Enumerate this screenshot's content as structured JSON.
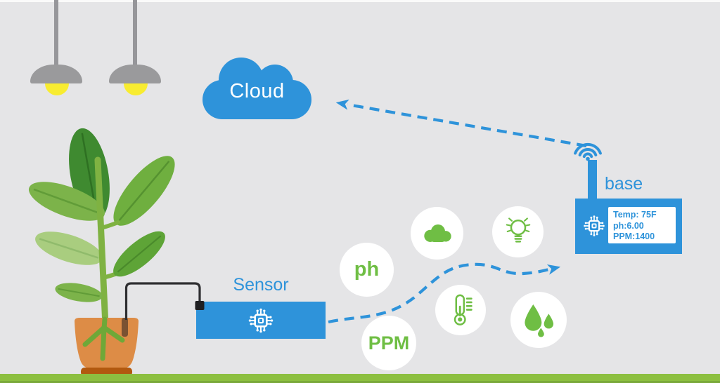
{
  "scene": {
    "cloud": {
      "label": "Cloud"
    },
    "sensor": {
      "label": "Sensor"
    },
    "base": {
      "label": "base",
      "readout": {
        "temp": "Temp: 75F",
        "ph": "ph:6.00",
        "ppm": "PPM:1400"
      }
    },
    "bubbles": {
      "ph_label": "ph",
      "ppm_label": "PPM",
      "icon_names": [
        "cloud-icon",
        "lightbulb-icon",
        "thermometer-icon",
        "water-drops-icon"
      ]
    },
    "colors": {
      "blue": "#2E93DA",
      "green": "#6FBE44",
      "ground_green": "#8CBF40",
      "background": "#E5E5E7",
      "pot_orange": "#DD8C46",
      "saucer_brown": "#B2590F",
      "lamp_gray": "#9A9A9C",
      "bulb_yellow": "#F8EC30"
    }
  }
}
